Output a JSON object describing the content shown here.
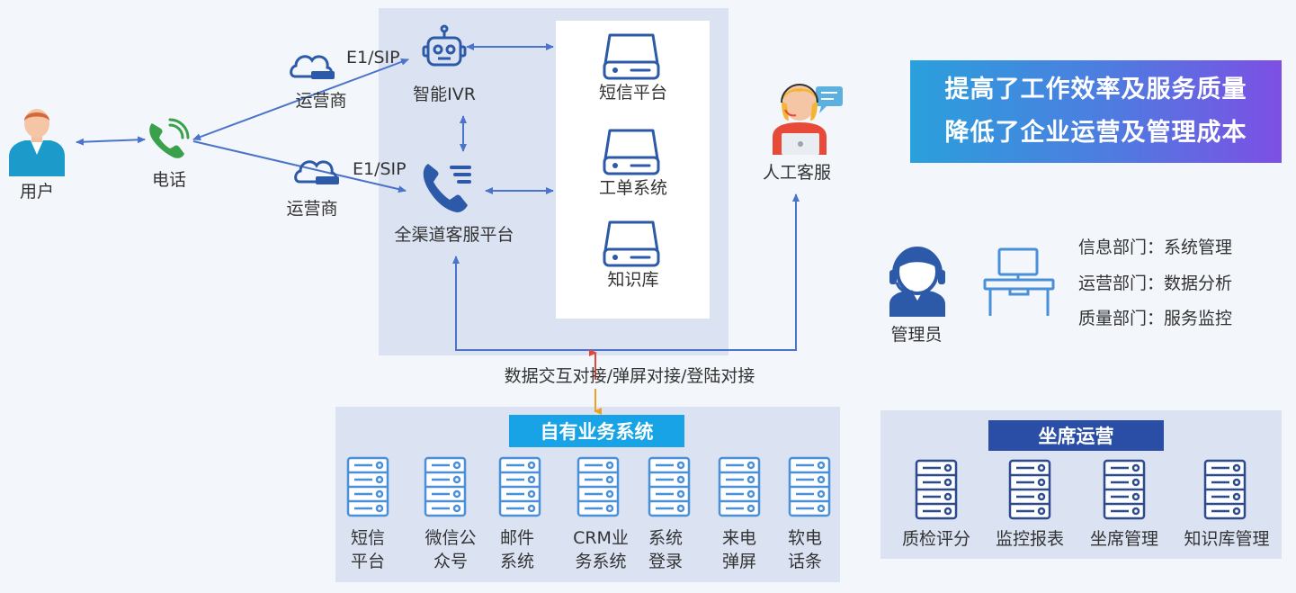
{
  "user": {
    "label": "用户"
  },
  "phone": {
    "label": "电话"
  },
  "carrier_top": {
    "label": "运营商",
    "protocol": "E1/SIP"
  },
  "carrier_bottom": {
    "label": "运营商",
    "protocol": "E1/SIP"
  },
  "ivr": {
    "label": "智能IVR"
  },
  "platform": {
    "label": "全渠道客服平台"
  },
  "services": [
    {
      "label": "短信平台"
    },
    {
      "label": "工单系统"
    },
    {
      "label": "知识库"
    }
  ],
  "agent": {
    "label": "人工客服"
  },
  "banner": {
    "line1": "提高了工作效率及服务质量",
    "line2": "降低了企业运营及管理成本"
  },
  "admin": {
    "label": "管理员",
    "departments": [
      "信息部门：系统管理",
      "运营部门：数据分析",
      "质量部门：服务监控"
    ]
  },
  "integration_label": "数据交互对接/弹屏对接/登陆对接",
  "own_systems": {
    "title": "自有业务系统",
    "items": [
      {
        "line1": "短信",
        "line2": "平台"
      },
      {
        "line1": "微信公",
        "line2": "众号"
      },
      {
        "line1": "邮件",
        "line2": "系统"
      },
      {
        "line1": "CRM业",
        "line2": "务系统"
      },
      {
        "line1": "系统",
        "line2": "登录"
      },
      {
        "line1": "来电",
        "line2": "弹屏"
      },
      {
        "line1": "软电",
        "line2": "话条"
      }
    ]
  },
  "seat_ops": {
    "title": "坐席运营",
    "items": [
      "质检评分",
      "监控报表",
      "坐席管理",
      "知识库管理"
    ]
  },
  "colors": {
    "arrow": "#4a74c9",
    "panel": "#dbe3f3",
    "own_tag": "#17a3e6",
    "seat_tag": "#2a4ea5",
    "server_icon": "#4a90d9",
    "seat_icon": "#2c4a8c",
    "phone_green": "#3aa04a",
    "hdd_stroke": "#2d5aa8"
  }
}
